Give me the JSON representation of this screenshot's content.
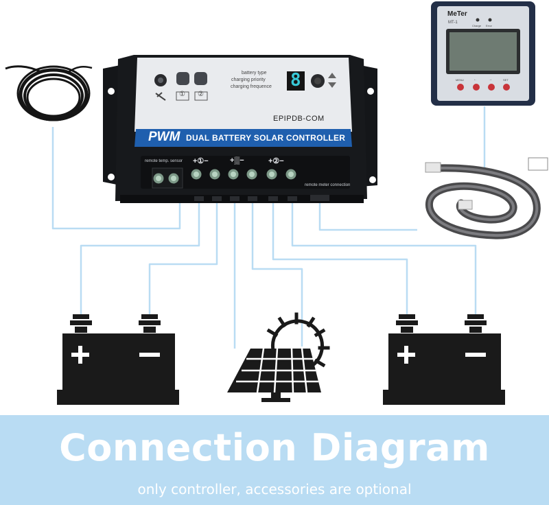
{
  "controller": {
    "model": "EPIPDB-COM",
    "brand_pwm": "PWM",
    "band_text": "DUAL BATTERY SOLAR CONTROLLER",
    "settings_lines": [
      "battery type",
      "charging priority",
      "charging frequence"
    ],
    "display_digit": "8",
    "terminal_label_left": "remote temp. sensor",
    "terminal_label_right": "remote meter connection",
    "terminal_groups": [
      "+①−",
      "+▒−",
      "+②−"
    ],
    "button_icons": [
      "①",
      "②"
    ]
  },
  "meter": {
    "brand": "MeTer",
    "model": "MT-1",
    "led_labels": [
      "Charge",
      "Error"
    ],
    "button_labels": [
      "MENU",
      "←",
      "→",
      "SET"
    ]
  },
  "banner": {
    "title": "Connection Diagram",
    "subtitle": "only controller, accessories are optional"
  },
  "colors": {
    "wire": "#b9dcf3",
    "controller_body": "#17191c",
    "controller_panel": "#e9ebee",
    "band_blue": "#1f5fae",
    "battery": "#1a1a1a",
    "banner_bg": "#b9dcf3"
  },
  "icons": [
    "temp-sensor-cable-icon",
    "battery-icon",
    "solar-panel-icon",
    "sun-icon",
    "rj45-cable-icon",
    "remote-meter-icon"
  ]
}
